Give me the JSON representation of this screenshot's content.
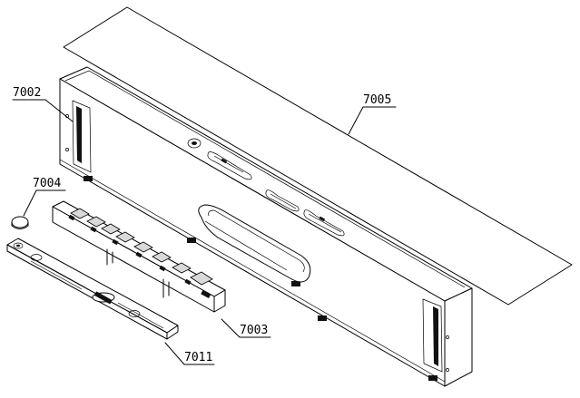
{
  "labels": {
    "l7002": "7002",
    "l7004": "7004",
    "l7005": "7005",
    "l7003": "7003",
    "l7011": "7011"
  }
}
